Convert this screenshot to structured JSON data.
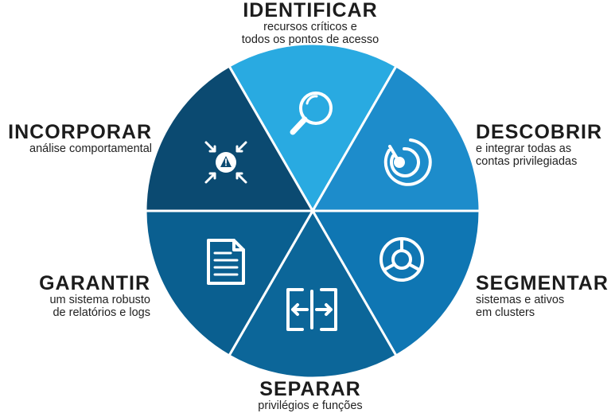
{
  "segments": [
    {
      "key": "identificar",
      "title": "IDENTIFICAR",
      "desc": [
        "recursos críticos e",
        "todos os pontos de acesso"
      ],
      "color": "#29aae1",
      "icon": "magnifier-icon"
    },
    {
      "key": "descobrir",
      "title": "DESCOBRIR",
      "desc": [
        "e integrar todas as",
        "contas privilegiadas"
      ],
      "color": "#1d8ccb",
      "icon": "radar-icon"
    },
    {
      "key": "segmentar",
      "title": "SEGMENTAR",
      "desc": [
        "sistemas e ativos",
        "em clusters"
      ],
      "color": "#0f76b3",
      "icon": "segmented-ring-icon"
    },
    {
      "key": "separar",
      "title": "SEPARAR",
      "desc": [
        "privilégios e funções"
      ],
      "color": "#0c6699",
      "icon": "split-arrows-icon"
    },
    {
      "key": "garantir",
      "title": "GARANTIR",
      "desc": [
        "um sistema robusto",
        "de relatórios e logs"
      ],
      "color": "#0a5f90",
      "icon": "document-icon"
    },
    {
      "key": "incorporar",
      "title": "INCORPORAR",
      "desc": [
        "análise comportamental"
      ],
      "color": "#0b4a71",
      "icon": "converging-alert-icon"
    }
  ],
  "colors": {
    "text": "#1c1c1c",
    "divider": "#ffffff",
    "icon": "#ffffff"
  }
}
